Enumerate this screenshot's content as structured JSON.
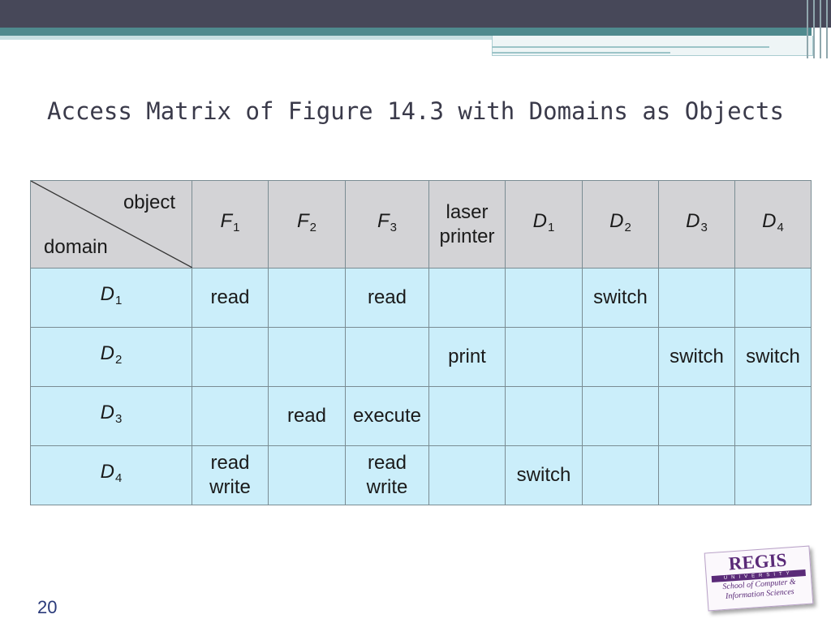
{
  "slide": {
    "title": "Access Matrix of Figure 14.3 with Domains as Objects",
    "page_number": "20"
  },
  "table": {
    "corner": {
      "object": "object",
      "domain": "domain"
    },
    "columns": [
      {
        "main": "F",
        "sub": "1"
      },
      {
        "main": "F",
        "sub": "2"
      },
      {
        "main": "F",
        "sub": "3"
      },
      {
        "line1": "laser",
        "line2": "printer"
      },
      {
        "main": "D",
        "sub": "1"
      },
      {
        "main": "D",
        "sub": "2"
      },
      {
        "main": "D",
        "sub": "3"
      },
      {
        "main": "D",
        "sub": "4"
      }
    ],
    "rows": [
      {
        "main": "D",
        "sub": "1",
        "cells": [
          [
            "read"
          ],
          [],
          [
            "read"
          ],
          [],
          [],
          [
            "switch"
          ],
          [],
          []
        ]
      },
      {
        "main": "D",
        "sub": "2",
        "cells": [
          [],
          [],
          [],
          [
            "print"
          ],
          [],
          [],
          [
            "switch"
          ],
          [
            "switch"
          ]
        ]
      },
      {
        "main": "D",
        "sub": "3",
        "cells": [
          [],
          [
            "read"
          ],
          [
            "execute"
          ],
          [],
          [],
          [],
          [],
          []
        ]
      },
      {
        "main": "D",
        "sub": "4",
        "cells": [
          [
            "read",
            "write"
          ],
          [],
          [
            "read",
            "write"
          ],
          [],
          [
            "switch"
          ],
          [],
          [],
          []
        ]
      }
    ]
  },
  "logo": {
    "name": "REGIS",
    "university": "UNIVERSITY",
    "line1": "School of Computer &",
    "line2": "Information Sciences"
  },
  "colors": {
    "header_bg": "#d3d3d6",
    "body_bg": "#cbeefa",
    "banner_dark": "#474859",
    "banner_teal": "#4f8a8e"
  }
}
